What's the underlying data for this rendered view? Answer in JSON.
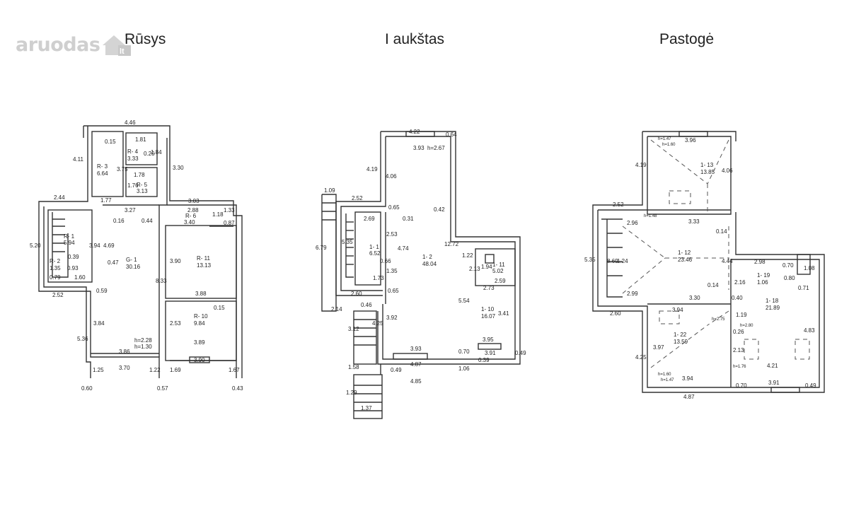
{
  "watermark": {
    "text": "aruodas",
    "badge": "lt"
  },
  "plans": [
    {
      "title": "Rūsys",
      "labels": [
        "4.46",
        "4.11",
        "3.30",
        "0.15",
        "1.81",
        "R- 4",
        "3.33",
        "0.20",
        "1.84",
        "R- 3",
        "6.64",
        "3.75",
        "1.78",
        "R- 5",
        "3.13",
        "1.76",
        "2.44",
        "1.77",
        "3.27",
        "3.03",
        "2.88",
        "1.18",
        "1.33",
        "R- 6",
        "3.40",
        "0.87",
        "0.16",
        "0.44",
        "5.20",
        "R- 1",
        "5.94",
        "3.94",
        "4.69",
        "R- 2",
        "1.35",
        "0.39",
        "0.93",
        "0.79",
        "1.60",
        "0.47",
        "G- 1",
        "30.16",
        "3.90",
        "R- 11",
        "13.13",
        "8.33",
        "2.52",
        "0.59",
        "3.88",
        "R- 10",
        "9.84",
        "2.53",
        "0.15",
        "3.84",
        "5.36",
        "h=2.28",
        "h=1.30",
        "3.86",
        "3.89",
        "1.25",
        "3.70",
        "1.22",
        "1.69",
        "3.90",
        "1.67",
        "0.60",
        "0.57",
        "0.43"
      ]
    },
    {
      "title": "I aukštas",
      "labels": [
        "4.22",
        "0.64",
        "3.93",
        "h=2.67",
        "4.19",
        "4.06",
        "1.09",
        "2.52",
        "0.65",
        "0.42",
        "2.69",
        "0.31",
        "2.53",
        "5.35",
        "1- 1",
        "6.52",
        "4.74",
        "12.72",
        "6.79",
        "1- 2",
        "48.04",
        "1.22",
        "2.13",
        "1.94",
        "1- 11",
        "5.02",
        "0.66",
        "1.35",
        "2.59",
        "1.73",
        "2.73",
        "2.60",
        "0.65",
        "5.54",
        "2.14",
        "0.46",
        "1- 10",
        "16.07",
        "3.41",
        "3.92",
        "4.25",
        "3.12",
        "3.95",
        "3.93",
        "0.70",
        "0.39",
        "3.91",
        "0.49",
        "4.87",
        "1.06",
        "0.49",
        "1.58",
        "4.85",
        "1.29",
        "1.37"
      ]
    },
    {
      "title": "Pastogė",
      "labels": [
        "h=1.47",
        "3.96",
        "h=1.60",
        "4.19",
        "1- 13",
        "13.85",
        "4.06",
        "2.52",
        "h=1.48",
        "2.96",
        "3.33",
        "0.14",
        "5.35",
        "8.69",
        "1.24",
        "1- 12",
        "23.46",
        "4.44",
        "2.98",
        "0.70",
        "1- 19",
        "1.06",
        "1.08",
        "0.80",
        "0.71",
        "2.99",
        "3.30",
        "0.14",
        "0.40",
        "2.16",
        "1- 18",
        "21.89",
        "2.60",
        "3.94",
        "h=2.75",
        "h=2.80",
        "1.19",
        "0.26",
        "4.83",
        "1- 22",
        "13.59",
        "3.97",
        "2.13",
        "4.25",
        "h=1.60",
        "h=1.47",
        "3.94",
        "h=1.76",
        "4.21",
        "4.87",
        "0.70",
        "3.91",
        "0.49"
      ]
    }
  ]
}
